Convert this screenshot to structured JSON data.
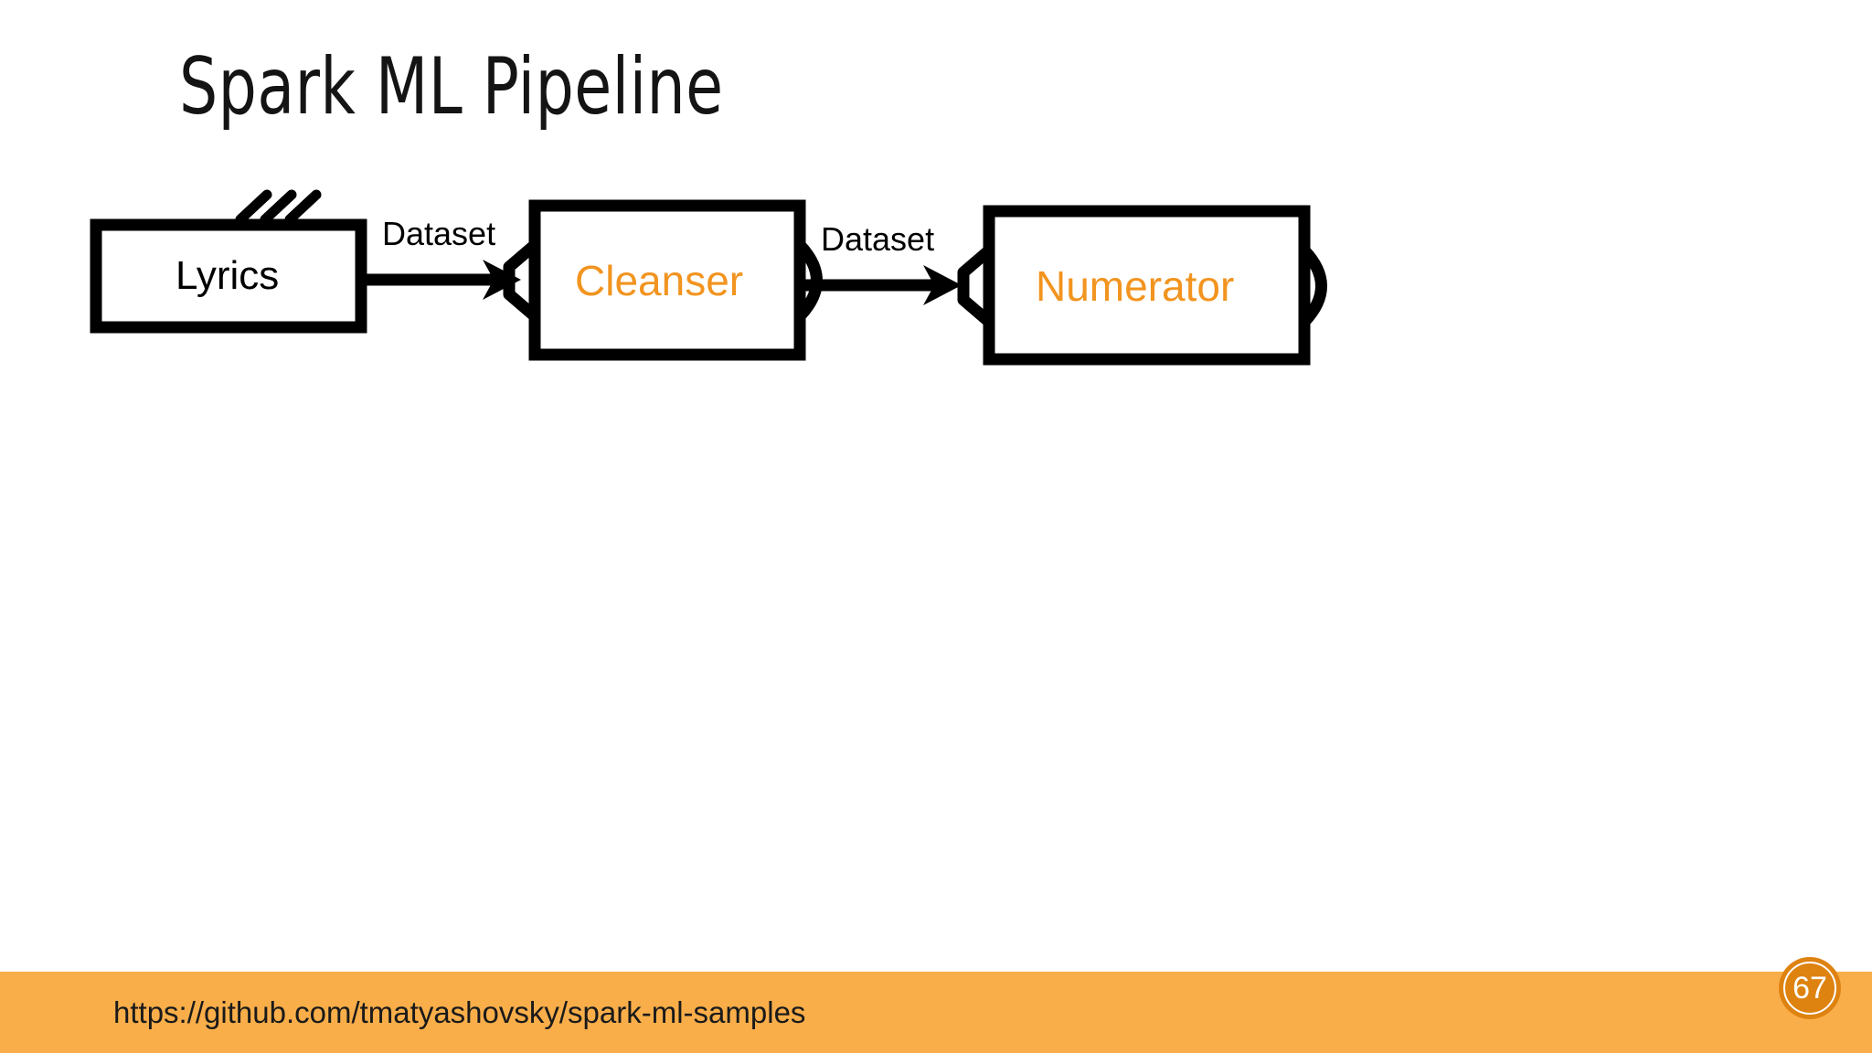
{
  "slide": {
    "title": "Spark ML Pipeline",
    "background_color": "#FFFFFF"
  },
  "diagram": {
    "type": "pipeline-flow",
    "accent_color": "#F2941F",
    "stroke_color": "#000000",
    "nodes": [
      {
        "id": "lyrics",
        "label": "Lyrics",
        "shape": "document",
        "label_color": "#000000"
      },
      {
        "id": "cleanser",
        "label": "Cleanser",
        "shape": "transformer",
        "label_color": "#F2941F"
      },
      {
        "id": "numerator",
        "label": "Numerator",
        "shape": "transformer",
        "label_color": "#F2941F"
      }
    ],
    "edges": [
      {
        "from": "lyrics",
        "to": "cleanser",
        "label": "Dataset"
      },
      {
        "from": "cleanser",
        "to": "numerator",
        "label": "Dataset"
      }
    ]
  },
  "footer": {
    "url": "https://github.com/tmatyashovsky/spark-ml-samples",
    "background_color": "#F9AE4A",
    "page_number": "67",
    "badge_color": "#DE8210"
  }
}
